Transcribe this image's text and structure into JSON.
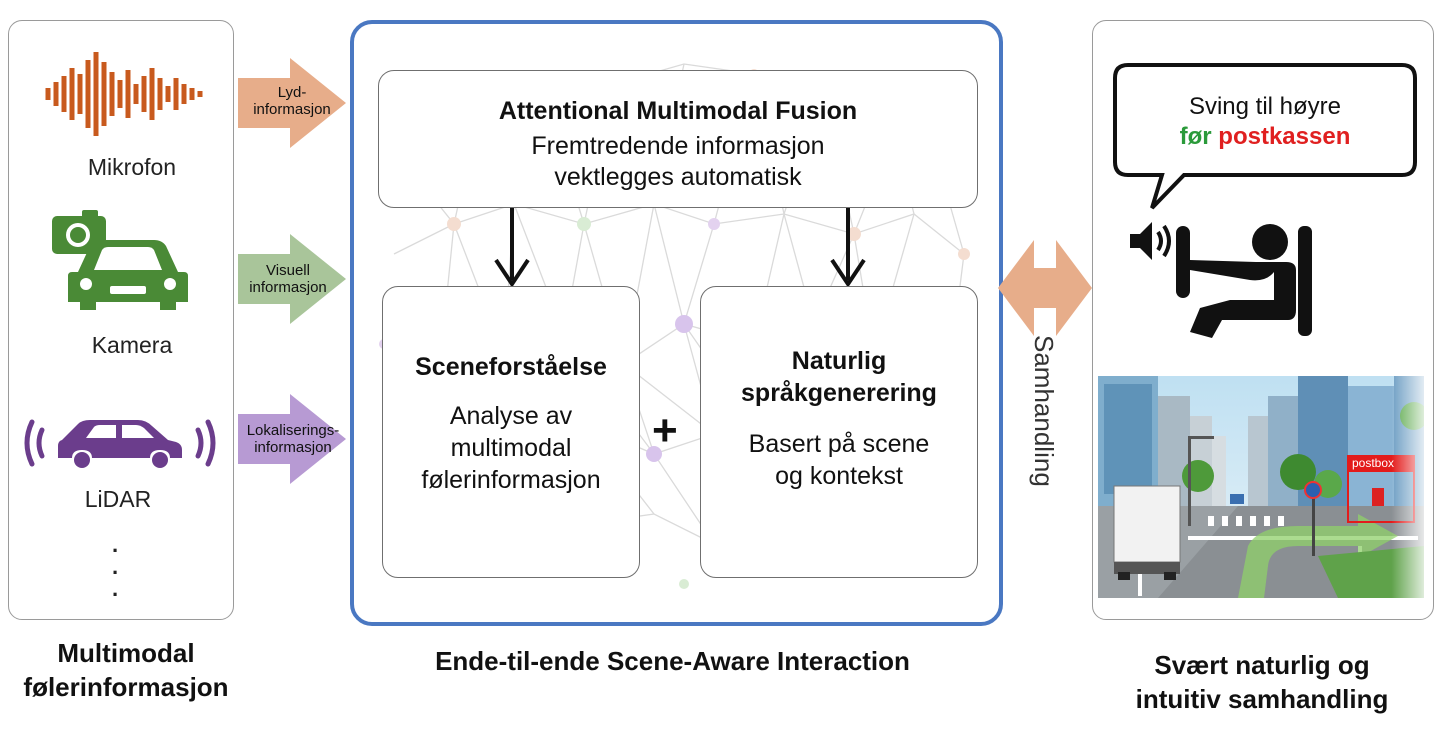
{
  "sensors": {
    "microphone": {
      "label": "Mikrofon"
    },
    "camera": {
      "label": "Kamera"
    },
    "lidar": {
      "label": "LiDAR"
    },
    "ellipsis": "·\n·\n·"
  },
  "arrows": {
    "audio": {
      "text": "Lyd-\ninformasjon",
      "color": "#e7ad8a"
    },
    "visual": {
      "text": "Visuell\ninformasjon",
      "color": "#a9c59a"
    },
    "location": {
      "text": "Lokaliserings-\ninformasjon",
      "color": "#b79ad3"
    }
  },
  "captions": {
    "left": "Multimodal\nfølerinformasjon",
    "center": "Ende-til-ende Scene-Aware Interaction",
    "right": "Svært naturlig og\nintuitiv samhandling"
  },
  "fusion": {
    "title": "Attentional Multimodal Fusion",
    "line1": "Fremtredende informasjon",
    "line2": "vektlegges automatisk"
  },
  "scene": {
    "title": "Sceneforståelse",
    "line1": "Analyse av",
    "line2": "multimodal",
    "line3": "følerinformasjon"
  },
  "nlg": {
    "title_line1": "Naturlig",
    "title_line2": "språkgenerering",
    "line1": "Basert på scene",
    "line2": "og kontekst"
  },
  "plus": "+",
  "interaction_label": "Samhandling",
  "speech": {
    "line1": "Sving til høyre",
    "word_green": "før",
    "word_red": "postkassen"
  },
  "street": {
    "postbox_label": "postbox"
  },
  "colors": {
    "frame_blue": "#4a78c2",
    "mic_orange": "#c85a1e",
    "camera_green": "#4a8a36",
    "lidar_purple": "#6b3d8c",
    "bidir_arrow": "#e7ad8a",
    "speech_green": "#2a9a3a",
    "speech_red": "#e02020"
  }
}
